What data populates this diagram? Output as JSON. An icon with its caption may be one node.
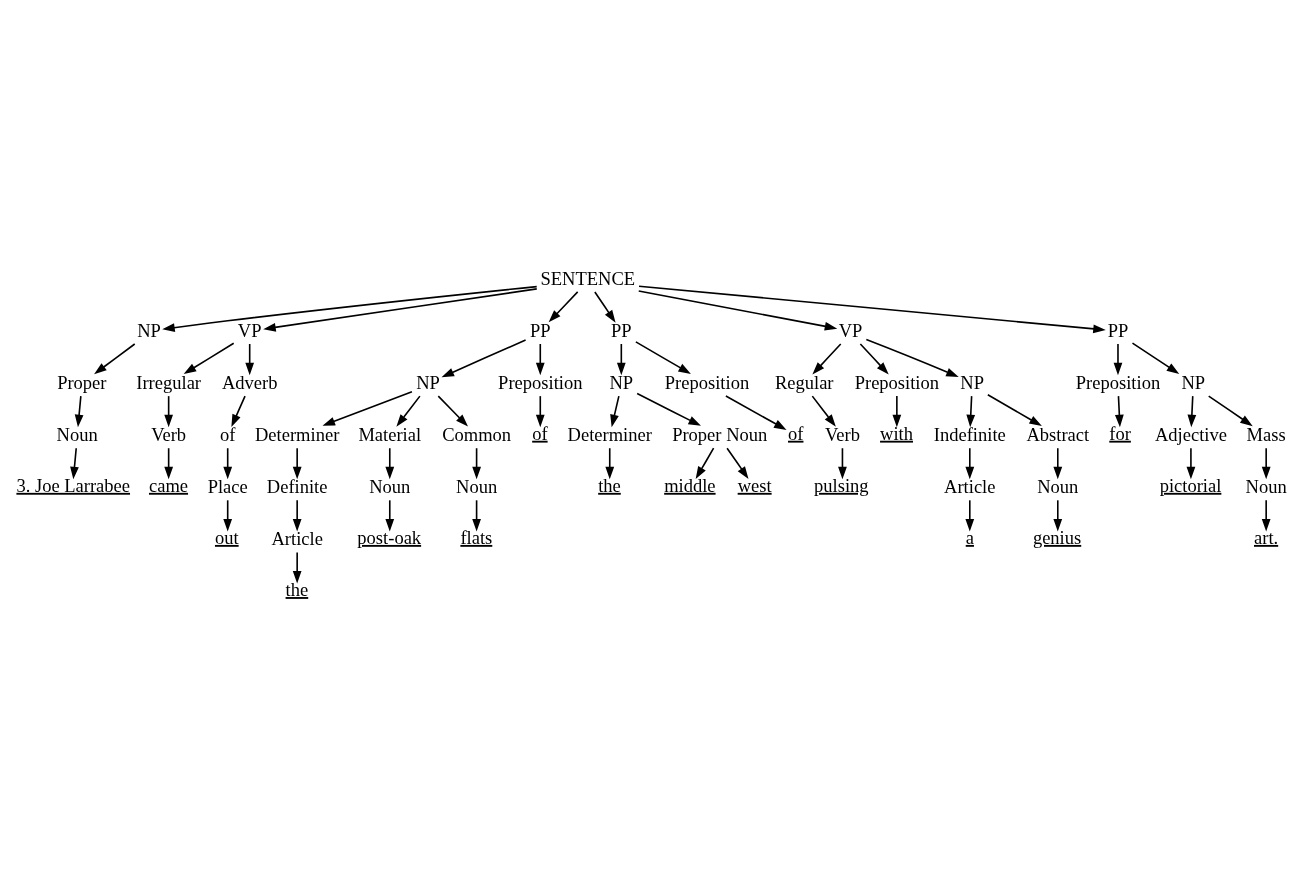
{
  "diagram": {
    "nodes": [
      {
        "text": [
          "SENTENCE"
        ]
      },
      {
        "text": [
          "NP"
        ]
      },
      {
        "text": [
          "VP"
        ]
      },
      {
        "text": [
          "PP"
        ]
      },
      {
        "text": [
          "NP"
        ]
      },
      {
        "text": [
          "PP"
        ]
      },
      {
        "text": [
          "NP"
        ]
      },
      {
        "text": [
          "Proper"
        ]
      },
      {
        "text": [
          "Noun"
        ]
      },
      {
        "text": [
          "Irregular"
        ]
      },
      {
        "text": [
          "Verb"
        ]
      },
      {
        "text": [
          "Adverb"
        ]
      },
      {
        "text": [
          "of"
        ]
      },
      {
        "text": [
          "Place"
        ]
      },
      {
        "text": [
          "Preposition"
        ]
      },
      {
        "text": [
          "Determiner"
        ]
      },
      {
        "text": [
          "Definite"
        ]
      },
      {
        "text": [
          "Article"
        ]
      },
      {
        "text": [
          "Material"
        ]
      },
      {
        "text": [
          "Noun"
        ]
      },
      {
        "text": [
          "Common"
        ]
      },
      {
        "text": [
          "Noun"
        ]
      },
      {
        "text": [
          "Preposition"
        ]
      },
      {
        "text": [
          "Determiner"
        ]
      },
      {
        "text": [
          "3. Joe Larrabee"
        ]
      },
      {
        "text": [
          "came"
        ]
      },
      {
        "text": [
          "out"
        ]
      },
      {
        "text": [
          "of"
        ]
      },
      {
        "text": [
          "the"
        ]
      },
      {
        "text": [
          "post-oak"
        ]
      },
      {
        "text": [
          "flats"
        ]
      },
      {
        "text": [
          "of"
        ]
      },
      {
        "text": [
          "the"
        ]
      },
      {
        "text": [
          "Proper Noun"
        ]
      },
      {
        "text": [
          "VP"
        ]
      },
      {
        "text": [
          "PP"
        ]
      },
      {
        "text": [
          "Regular"
        ]
      },
      {
        "text": [
          "Verb"
        ]
      },
      {
        "text": [
          "Preposition"
        ]
      },
      {
        "text": [
          "NP"
        ]
      },
      {
        "text": [
          "Indefinite"
        ]
      },
      {
        "text": [
          "Article"
        ]
      },
      {
        "text": [
          "Abstract"
        ]
      },
      {
        "text": [
          "Noun"
        ]
      },
      {
        "text": [
          "Preposition"
        ]
      },
      {
        "text": [
          "NP"
        ]
      },
      {
        "text": [
          "Adjective"
        ]
      },
      {
        "text": [
          "Mass"
        ]
      },
      {
        "text": [
          "Noun"
        ]
      },
      {
        "text": [
          "middle"
        ]
      },
      {
        "text": [
          "west"
        ]
      },
      {
        "text": [
          "pulsing"
        ]
      },
      {
        "text": [
          "with"
        ]
      },
      {
        "text": [
          "a"
        ]
      },
      {
        "text": [
          "genius"
        ]
      },
      {
        "text": [
          "for"
        ]
      },
      {
        "text": [
          "pictorial"
        ]
      },
      {
        "text": [
          "art."
        ]
      }
    ],
    "edges": [
      {
        "from": 0,
        "to": 1,
        "arrow": "to"
      },
      {
        "from": 0,
        "to": 2,
        "arrow": "to"
      },
      {
        "from": 0,
        "to": 3,
        "arrow": "to"
      },
      {
        "from": 0,
        "to": 5,
        "arrow": "to"
      },
      {
        "from": 0,
        "to": 34,
        "arrow": "to"
      },
      {
        "from": 0,
        "to": 35,
        "arrow": "to"
      },
      {
        "from": 1,
        "to": 7,
        "arrow": "to"
      },
      {
        "from": 7,
        "to": 8,
        "arrow": "to"
      },
      {
        "from": 8,
        "to": 24,
        "arrow": "to"
      },
      {
        "from": 2,
        "to": 9,
        "arrow": "to"
      },
      {
        "from": 9,
        "to": 10,
        "arrow": "to"
      },
      {
        "from": 10,
        "to": 25,
        "arrow": "to"
      },
      {
        "from": 2,
        "to": 11,
        "arrow": "to"
      },
      {
        "from": 11,
        "to": 12,
        "arrow": "to"
      },
      {
        "from": 12,
        "to": 13,
        "arrow": "to"
      },
      {
        "from": 13,
        "to": 26,
        "arrow": "to"
      },
      {
        "from": 3,
        "to": 14,
        "arrow": "to"
      },
      {
        "from": 14,
        "to": 27,
        "arrow": "to"
      },
      {
        "from": 3,
        "to": 4,
        "arrow": "to"
      },
      {
        "from": 4,
        "to": 15,
        "arrow": "to"
      },
      {
        "from": 15,
        "to": 16,
        "arrow": "to"
      },
      {
        "from": 16,
        "to": 17,
        "arrow": "to"
      },
      {
        "from": 17,
        "to": 28,
        "arrow": "to"
      },
      {
        "from": 4,
        "to": 18,
        "arrow": "to"
      },
      {
        "from": 18,
        "to": 19,
        "arrow": "to"
      },
      {
        "from": 19,
        "to": 29,
        "arrow": "to"
      },
      {
        "from": 4,
        "to": 20,
        "arrow": "to"
      },
      {
        "from": 20,
        "to": 21,
        "arrow": "to"
      },
      {
        "from": 21,
        "to": 30,
        "arrow": "to"
      },
      {
        "from": 5,
        "to": 22,
        "arrow": "to"
      },
      {
        "from": 22,
        "to": 31,
        "arrow": "to"
      },
      {
        "from": 5,
        "to": 6,
        "arrow": "to"
      },
      {
        "from": 6,
        "to": 23,
        "arrow": "to"
      },
      {
        "from": 23,
        "to": 32,
        "arrow": "to"
      },
      {
        "from": 6,
        "to": 33,
        "arrow": "to"
      },
      {
        "from": 33,
        "to": 49,
        "arrow": "to"
      },
      {
        "from": 33,
        "to": 50,
        "arrow": "to"
      },
      {
        "from": 34,
        "to": 36,
        "arrow": "to"
      },
      {
        "from": 36,
        "to": 37,
        "arrow": "to"
      },
      {
        "from": 37,
        "to": 51,
        "arrow": "to"
      },
      {
        "from": 34,
        "to": 38,
        "arrow": "to"
      },
      {
        "from": 38,
        "to": 52,
        "arrow": "to"
      },
      {
        "from": 34,
        "to": 39,
        "arrow": "to"
      },
      {
        "from": 39,
        "to": 40,
        "arrow": "to"
      },
      {
        "from": 40,
        "to": 41,
        "arrow": "to"
      },
      {
        "from": 41,
        "to": 53,
        "arrow": "to"
      },
      {
        "from": 39,
        "to": 42,
        "arrow": "to"
      },
      {
        "from": 42,
        "to": 43,
        "arrow": "to"
      },
      {
        "from": 43,
        "to": 54,
        "arrow": "to"
      },
      {
        "from": 35,
        "to": 44,
        "arrow": "to"
      },
      {
        "from": 44,
        "to": 55,
        "arrow": "to"
      },
      {
        "from": 35,
        "to": 45,
        "arrow": "to"
      },
      {
        "from": 45,
        "to": 46,
        "arrow": "to"
      },
      {
        "from": 46,
        "to": 56,
        "arrow": "to"
      },
      {
        "from": 45,
        "to": 47,
        "arrow": "to"
      },
      {
        "from": 47,
        "to": 48,
        "arrow": "to"
      },
      {
        "from": 48,
        "to": 57,
        "arrow": "to"
      }
    ]
  }
}
